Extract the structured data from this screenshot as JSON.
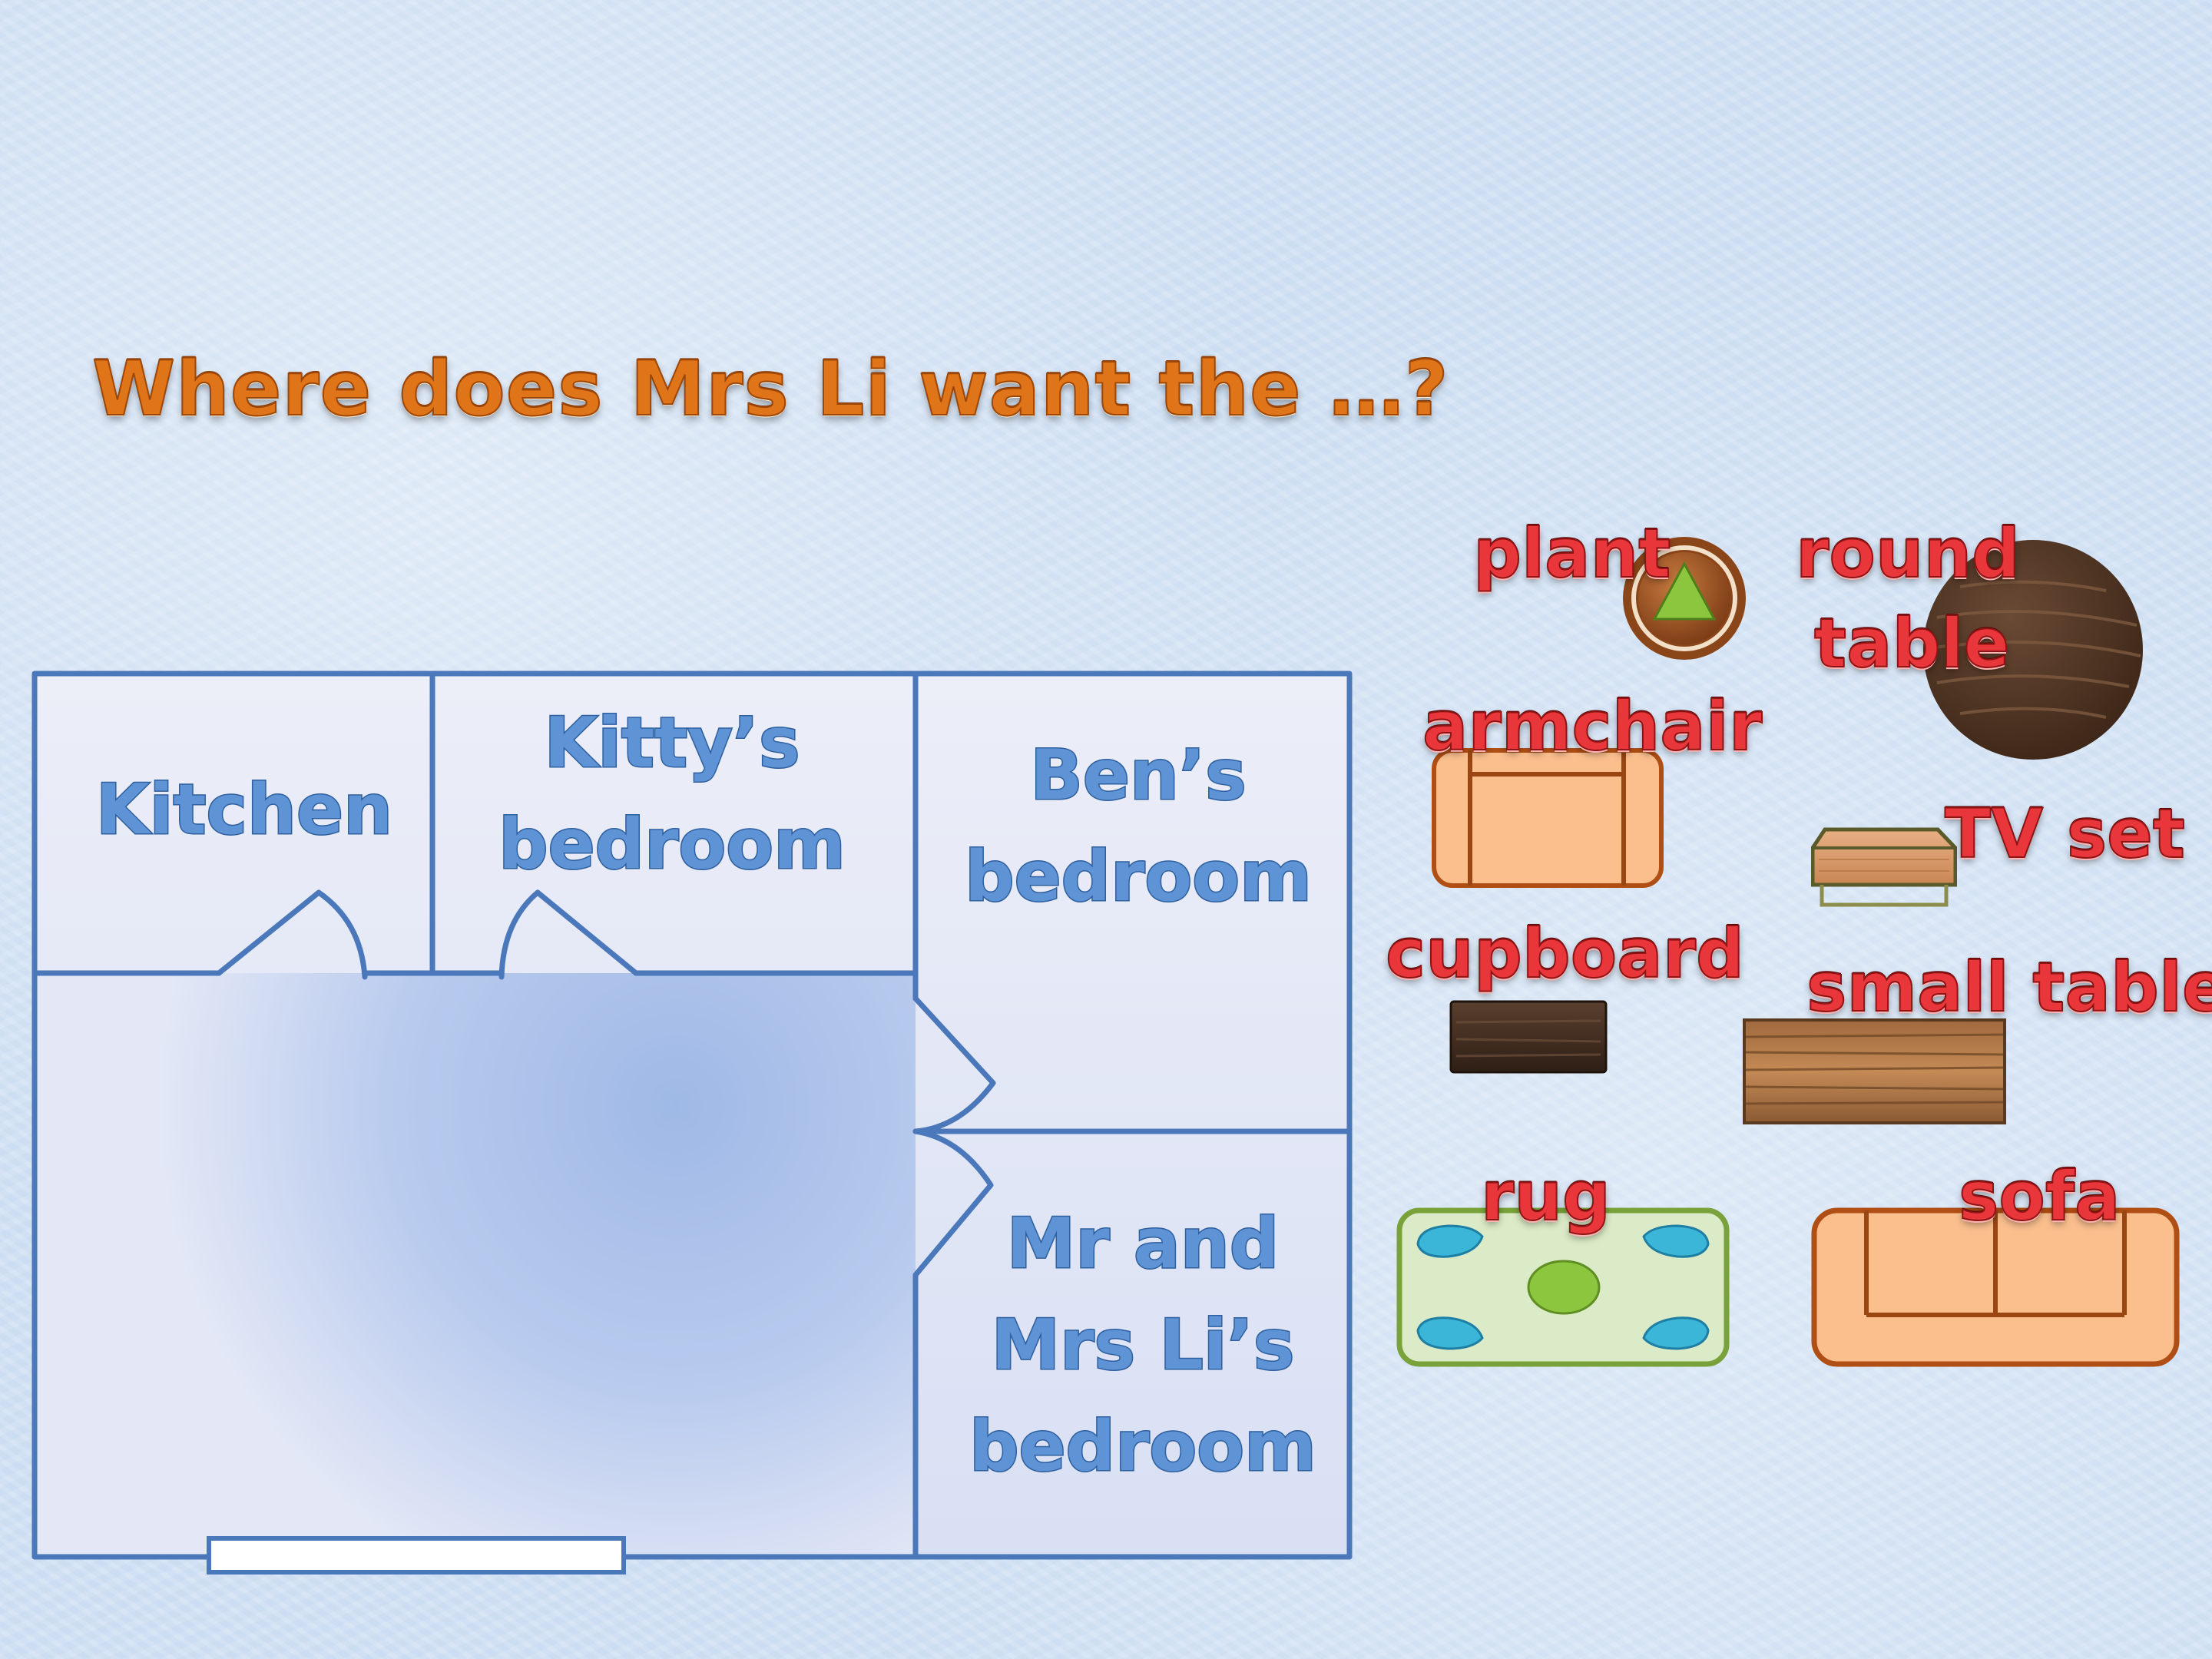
{
  "title": "Where does Mrs Li want the …?",
  "rooms": {
    "kitchen": "Kitchen",
    "kitty": [
      "Kitty’s",
      "bedroom"
    ],
    "ben": [
      "Ben’s",
      "bedroom"
    ],
    "parents": [
      "Mr and",
      "Mrs Li’s",
      "bedroom"
    ]
  },
  "furniture": {
    "plant": "plant",
    "round_table": [
      "round",
      "table"
    ],
    "armchair": "armchair",
    "tv_set": "TV set",
    "cupboard": "cupboard",
    "small_table": "small table",
    "rug": "rug",
    "sofa": "sofa"
  },
  "colors": {
    "title": "#e07418",
    "plan_stroke": "#4a78bb",
    "room_label": "#5e93d6",
    "furniture_label": "#e8363b",
    "sofa_fill": "#fbbf8e",
    "sofa_stroke": "#b04e14",
    "rug_fill": "#dcebc7",
    "rug_stroke": "#79a33a"
  }
}
